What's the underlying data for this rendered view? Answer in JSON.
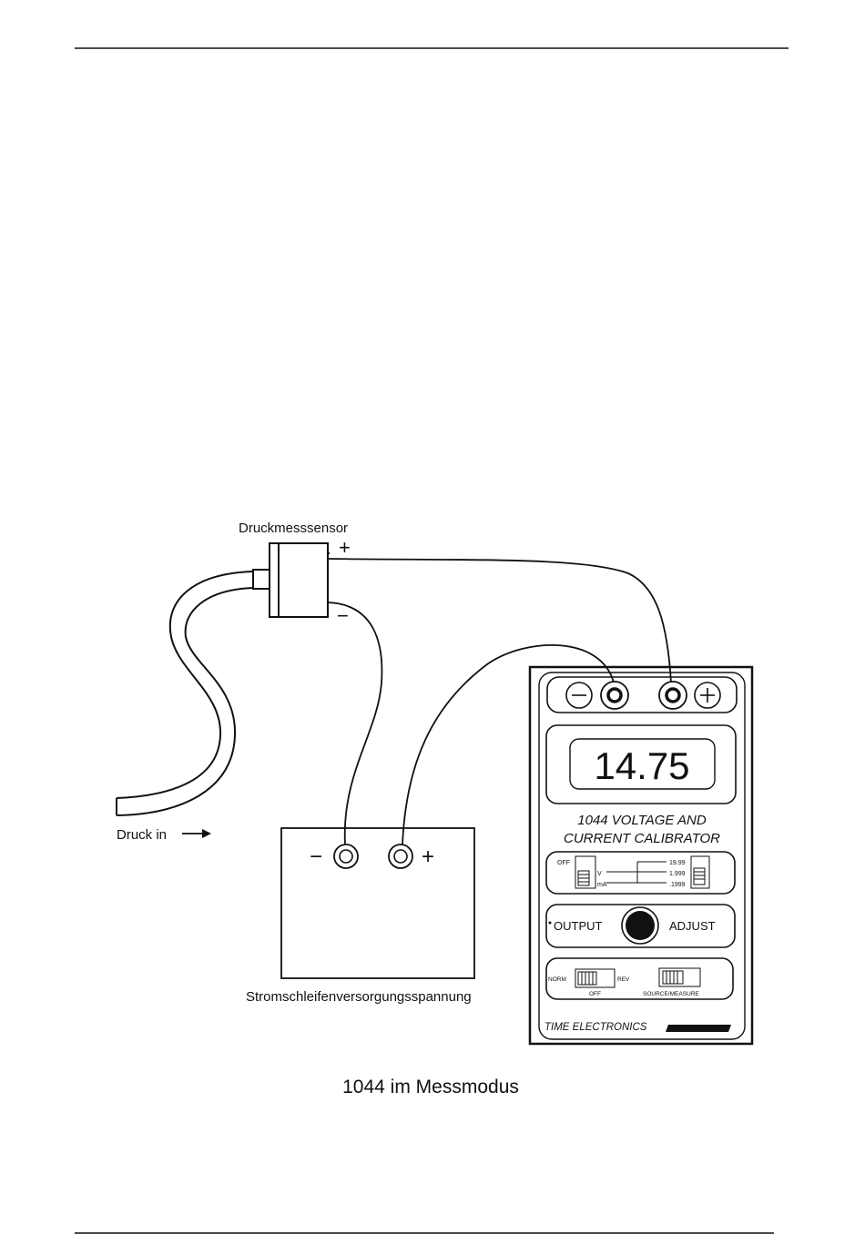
{
  "labels": {
    "sensor": "Druckmesssensor",
    "pressure_in": "Druck in",
    "supply": "Stromschleifenversorgungsspannung",
    "caption": "1044 im Messmodus",
    "sensor_plus": "+",
    "sensor_minus": "−",
    "supply_minus": "−",
    "supply_plus": "+"
  },
  "calibrator": {
    "display_value": "14.75",
    "model_line1": "1044 VOLTAGE AND",
    "model_line2": "CURRENT CALIBRATOR",
    "range_off": "OFF",
    "range_v": "V",
    "range_ma": "mA",
    "range_1": "19.99",
    "range_2": "1.999",
    "range_3": ".1999",
    "output": "OUTPUT",
    "adjust": "ADJUST",
    "norm": "NORM",
    "rev": "REV",
    "off": "OFF",
    "source_measure": "SOURCE/MEASURE",
    "brand": "TIME ELECTRONICS"
  }
}
